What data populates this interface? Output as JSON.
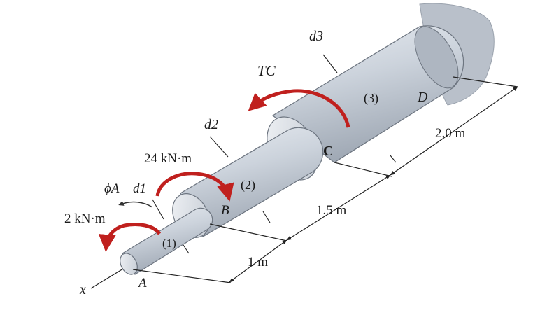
{
  "labels": {
    "d3": "d3",
    "tc": "TC",
    "seg3": "(3)",
    "ptD": "D",
    "d2": "d2",
    "len3": "2.0 m",
    "ptC": "C",
    "torque_b": "24 kN·m",
    "seg2": "(2)",
    "phiA": "ϕA",
    "d1": "d1",
    "ptB": "B",
    "len2": "1.5 m",
    "torque_a": "2 kN·m",
    "seg1": "(1)",
    "len1": "1 m",
    "x_axis": "x",
    "ptA": "A"
  },
  "colors": {
    "torque_arrow": "#c0201e",
    "shaft": "#c9cfd8",
    "wall": "#b9c0ca"
  }
}
